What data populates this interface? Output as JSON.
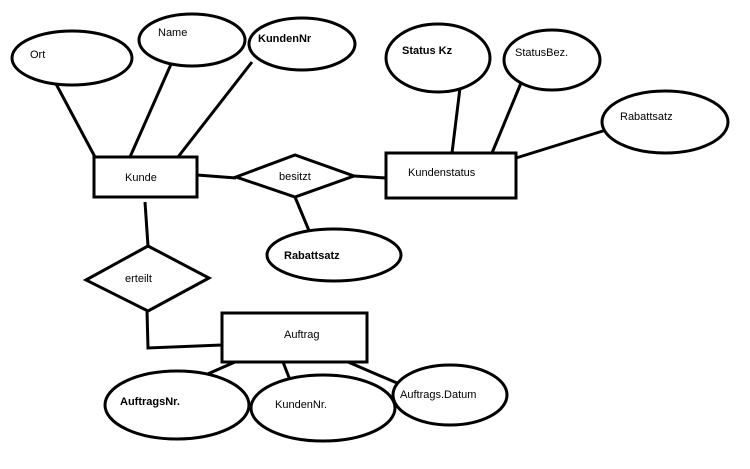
{
  "diagram": {
    "entities": {
      "kunde": "Kunde",
      "kundenstatus": "Kundenstatus",
      "auftrag": "Auftrag"
    },
    "relationships": {
      "besitzt": "besitzt",
      "erteilt": "erteilt"
    },
    "attributes": {
      "ort": "Ort",
      "name": "Name",
      "kundennr_kunde": "KundenNr",
      "status_kz": "Status Kz",
      "status_bez": "StatusBez.",
      "rabattsatz_status": "Rabattsatz",
      "rabattsatz_besitzt": "Rabattsatz",
      "auftragsnr": "AuftragsNr.",
      "kundennr_auftrag": "KundenNr.",
      "auftrags_datum": "Auftrags.Datum"
    },
    "colors": {
      "stroke": "#000000",
      "fill": "#ffffff"
    }
  }
}
